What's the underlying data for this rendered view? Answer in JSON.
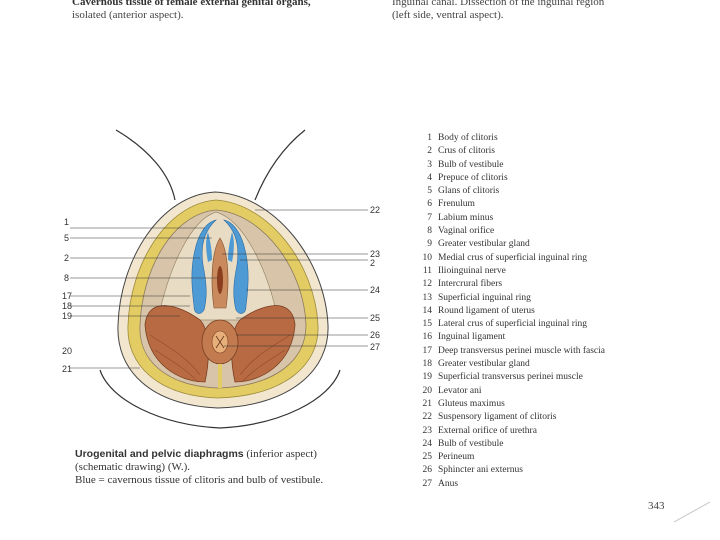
{
  "top_captions": {
    "left_line1": "Cavernous tissue of female external genital organs,",
    "left_line2": "isolated (anterior aspect).",
    "right_line1": "Inguinal canal. Dissection of the inguinal region",
    "right_line2": "(left side, ventral aspect)."
  },
  "figure": {
    "labels_left": [
      "1",
      "5",
      "2",
      "8",
      "17",
      "18",
      "19",
      "20",
      "21"
    ],
    "labels_right": [
      "22",
      "23",
      "2",
      "24",
      "25",
      "26",
      "27"
    ],
    "colors": {
      "cavernous": "#4d9ad4",
      "muscle": "#b86a43",
      "fat": "#e3cc63",
      "skin": "#f2e6cf"
    }
  },
  "legend": [
    {
      "num": "1",
      "text": "Body of clitoris"
    },
    {
      "num": "2",
      "text": "Crus of clitoris"
    },
    {
      "num": "3",
      "text": "Bulb of vestibule"
    },
    {
      "num": "4",
      "text": "Prepuce of clitoris"
    },
    {
      "num": "5",
      "text": "Glans of clitoris"
    },
    {
      "num": "6",
      "text": "Frenulum"
    },
    {
      "num": "7",
      "text": "Labium minus"
    },
    {
      "num": "8",
      "text": "Vaginal orifice"
    },
    {
      "num": "9",
      "text": "Greater vestibular gland"
    },
    {
      "num": "10",
      "text": "Medial crus of superficial inguinal ring"
    },
    {
      "num": "11",
      "text": "Ilioinguinal nerve"
    },
    {
      "num": "12",
      "text": "Intercrural fibers"
    },
    {
      "num": "13",
      "text": "Superficial inguinal ring"
    },
    {
      "num": "14",
      "text": "Round ligament of uterus"
    },
    {
      "num": "15",
      "text": "Lateral crus of superficial inguinal ring"
    },
    {
      "num": "16",
      "text": "Inguinal ligament"
    },
    {
      "num": "17",
      "text": "Deep transversus perinei muscle with fascia"
    },
    {
      "num": "18",
      "text": "Greater vestibular gland"
    },
    {
      "num": "19",
      "text": "Superficial transversus perinei muscle"
    },
    {
      "num": "20",
      "text": "Levator ani"
    },
    {
      "num": "21",
      "text": "Gluteus maximus"
    },
    {
      "num": "22",
      "text": "Suspensory ligament of clitoris"
    },
    {
      "num": "23",
      "text": "External orifice of urethra"
    },
    {
      "num": "24",
      "text": "Bulb of vestibule"
    },
    {
      "num": "25",
      "text": "Perineum"
    },
    {
      "num": "26",
      "text": "Sphincter ani externus"
    },
    {
      "num": "27",
      "text": "Anus"
    }
  ],
  "caption": {
    "title_bold": "Urogenital and pelvic diaphragms",
    "title_rest": " (inferior aspect)",
    "line2": "(schematic drawing) (W.).",
    "line3": "Blue = cavernous tissue of clitoris and bulb of vestibule."
  },
  "page_number": "343"
}
